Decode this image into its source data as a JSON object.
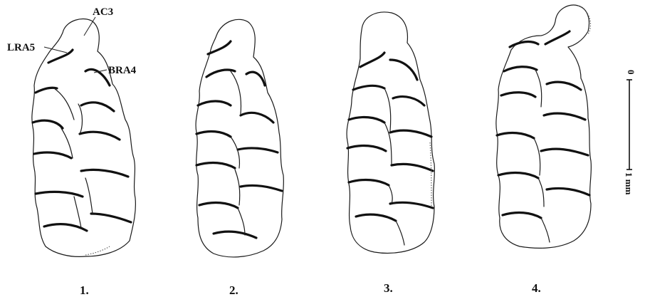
{
  "annotations": {
    "ac3": "AC3",
    "lra5": "LRA5",
    "bra4": "BRA4"
  },
  "figures": [
    {
      "number": "1."
    },
    {
      "number": "2."
    },
    {
      "number": "3."
    },
    {
      "number": "4."
    }
  ],
  "scale_bar": {
    "top_label": "0",
    "bottom_label": "1 mm"
  },
  "colors": {
    "ink": "#111111",
    "background": "#ffffff"
  }
}
